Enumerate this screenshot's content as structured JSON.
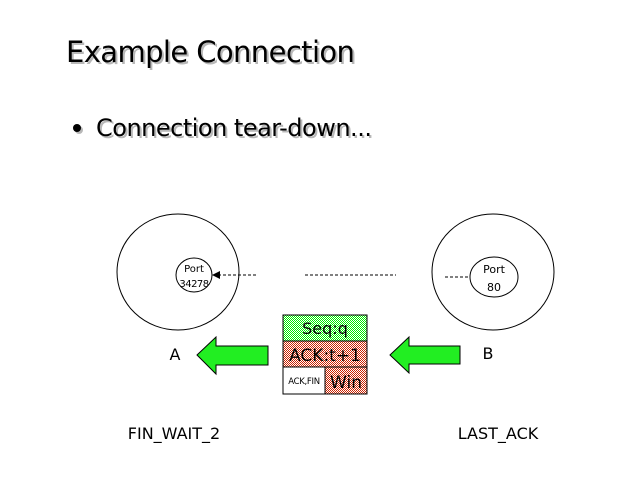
{
  "slide": {
    "title": "Example Connection",
    "bullets": [
      "Connection tear-down..."
    ]
  },
  "diagram": {
    "host_a": {
      "label": "A",
      "port_label": "Port",
      "port_number": "34278",
      "state": "FIN_WAIT_2"
    },
    "host_b": {
      "label": "B",
      "port_label": "Port",
      "port_number": "80",
      "state": "LAST_ACK"
    },
    "packet": {
      "seq": "Seq:q",
      "ack": "ACK:t+1",
      "flags": "ACK,FIN",
      "win": "Win"
    },
    "colors": {
      "arrow_fill": "#22ee22",
      "seq_fill": "#80ff80",
      "ack_fill": "#e08878",
      "flags_fill": "#ffffff"
    },
    "direction": "B-to-A"
  }
}
